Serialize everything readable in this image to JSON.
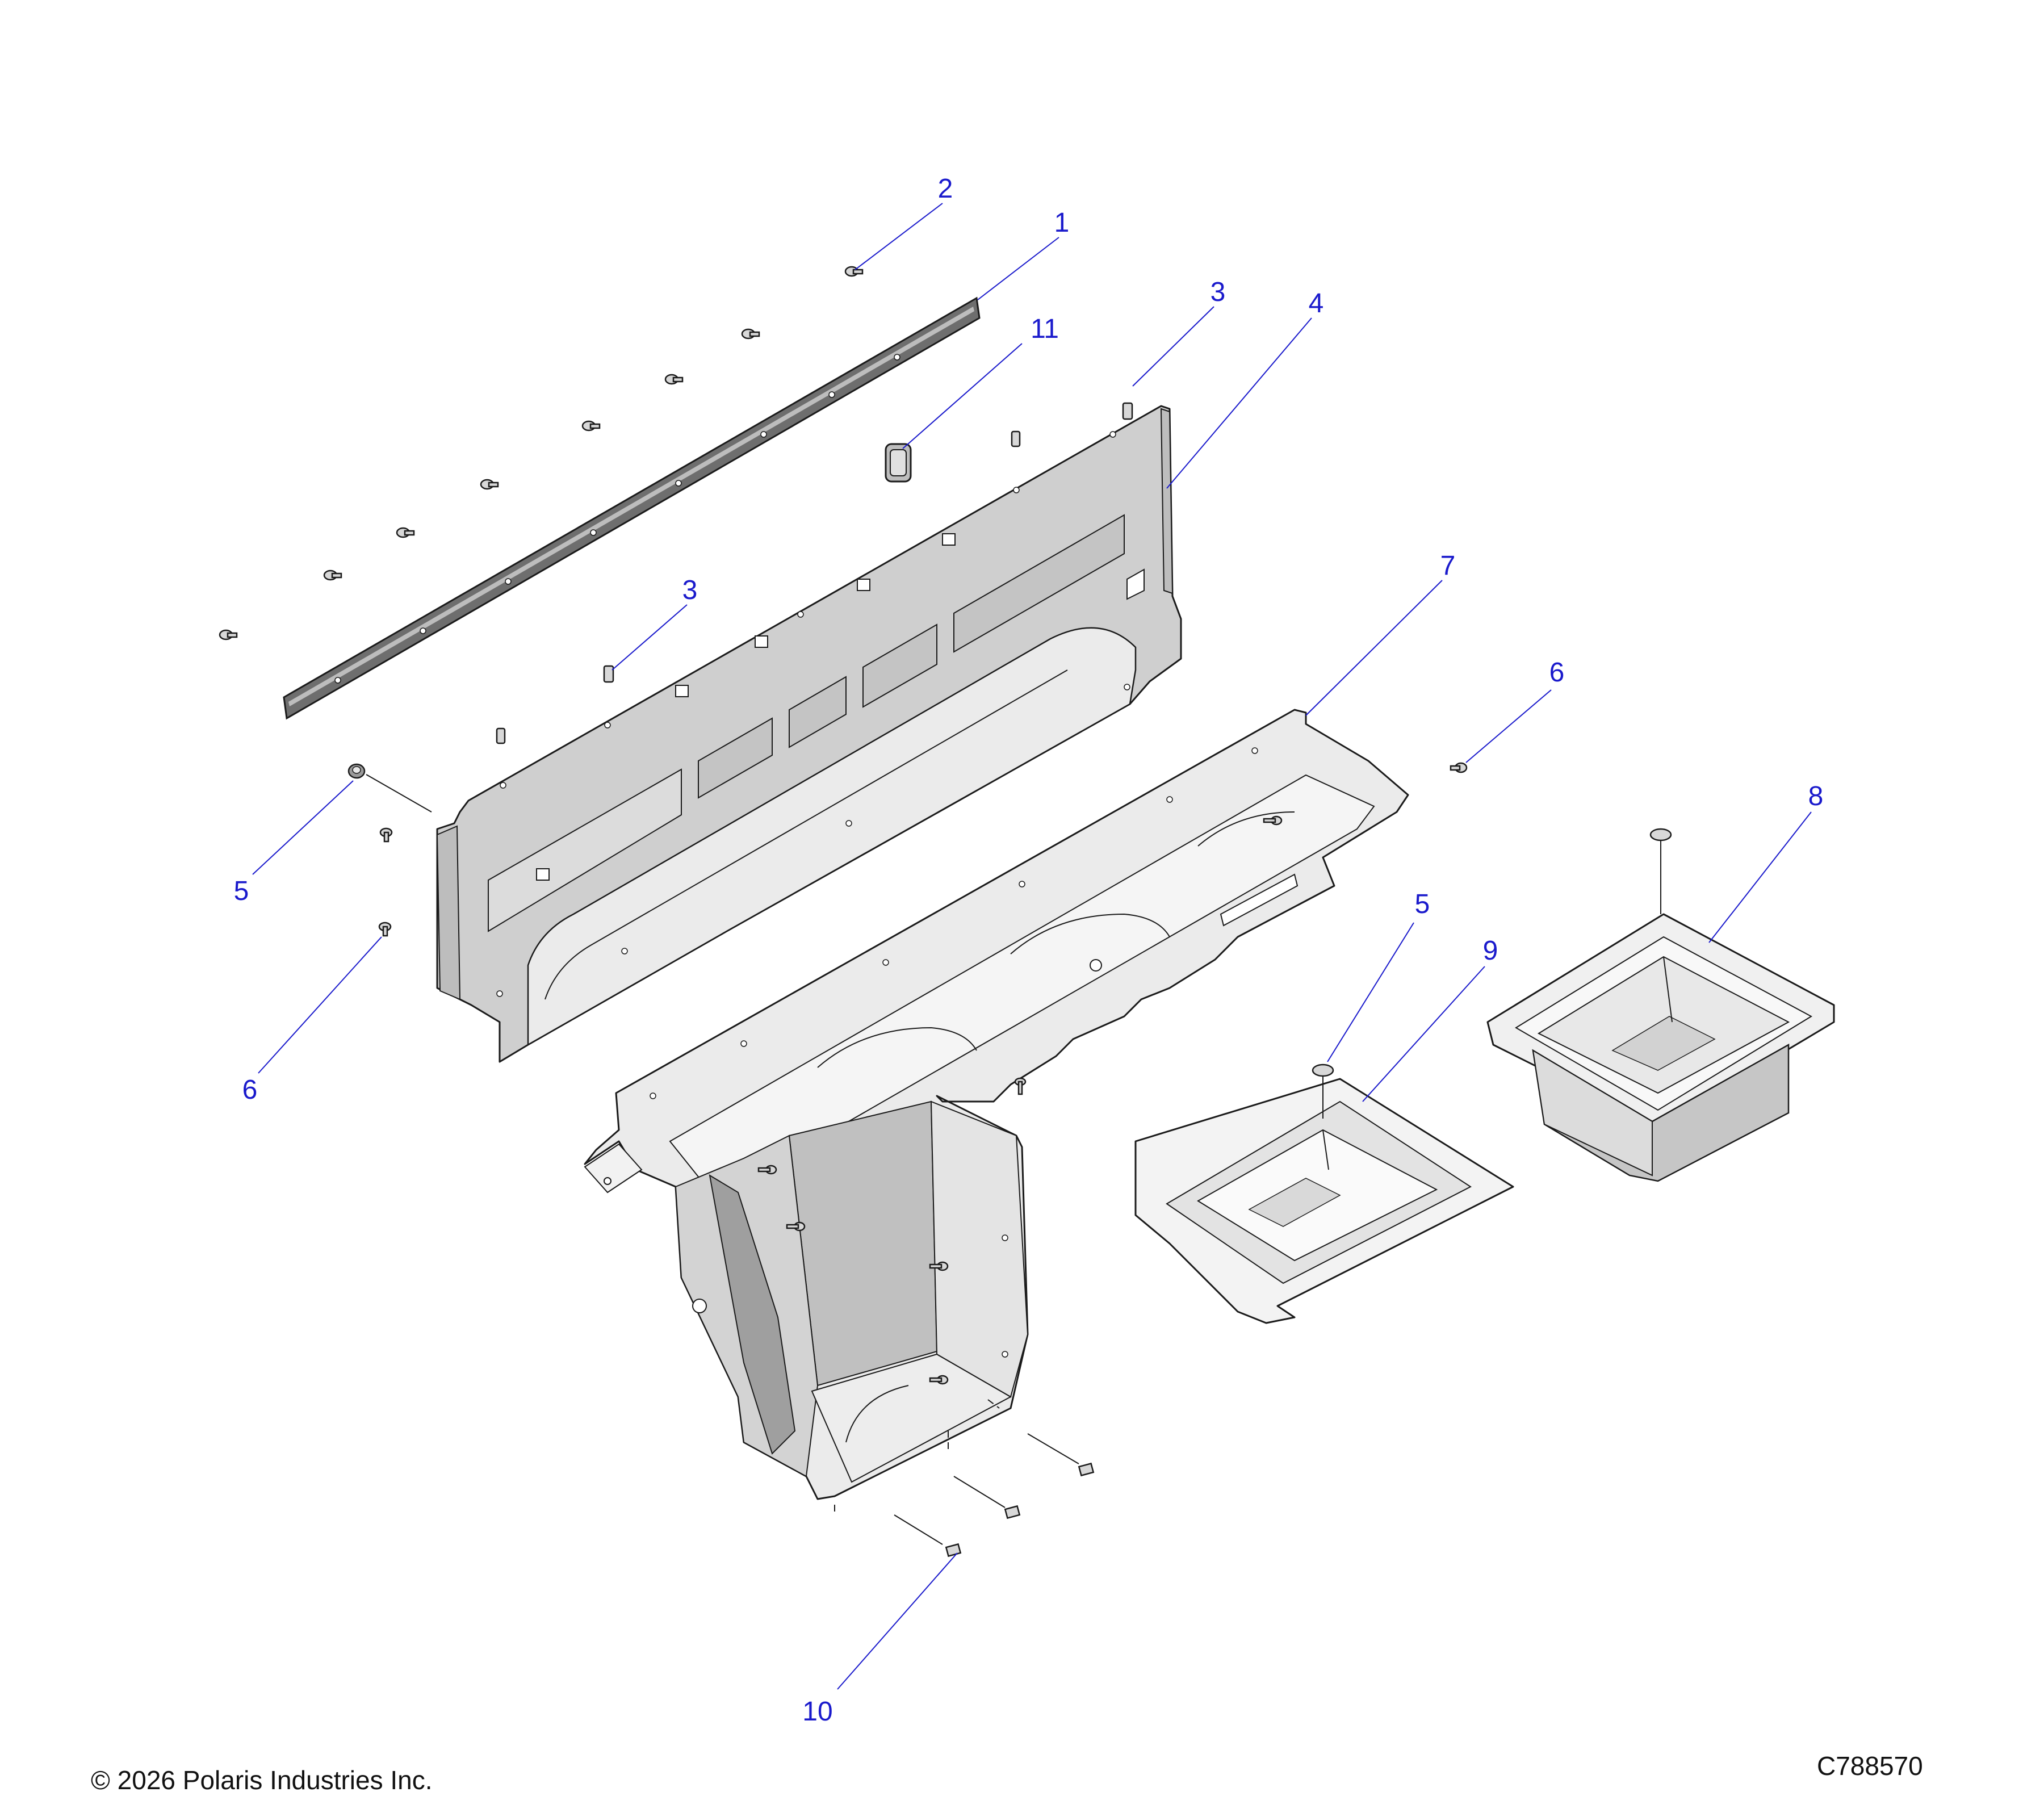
{
  "callouts": [
    {
      "id": "c1",
      "label": "1"
    },
    {
      "id": "c2",
      "label": "2"
    },
    {
      "id": "c3a",
      "label": "3"
    },
    {
      "id": "c3b",
      "label": "3"
    },
    {
      "id": "c4",
      "label": "4"
    },
    {
      "id": "c5a",
      "label": "5"
    },
    {
      "id": "c5b",
      "label": "5"
    },
    {
      "id": "c6a",
      "label": "6"
    },
    {
      "id": "c6b",
      "label": "6"
    },
    {
      "id": "c7",
      "label": "7"
    },
    {
      "id": "c8",
      "label": "8"
    },
    {
      "id": "c9",
      "label": "9"
    },
    {
      "id": "c10",
      "label": "10"
    },
    {
      "id": "c11",
      "label": "11"
    }
  ],
  "footer": {
    "copyright": "© 2026 Polaris Industries Inc.",
    "drawing_number": "C788570"
  },
  "colors": {
    "callout": "#1a1acc",
    "panel_fill": "#c8c8c8",
    "panel_light": "#eeeeee",
    "line": "#1a1a1a"
  }
}
